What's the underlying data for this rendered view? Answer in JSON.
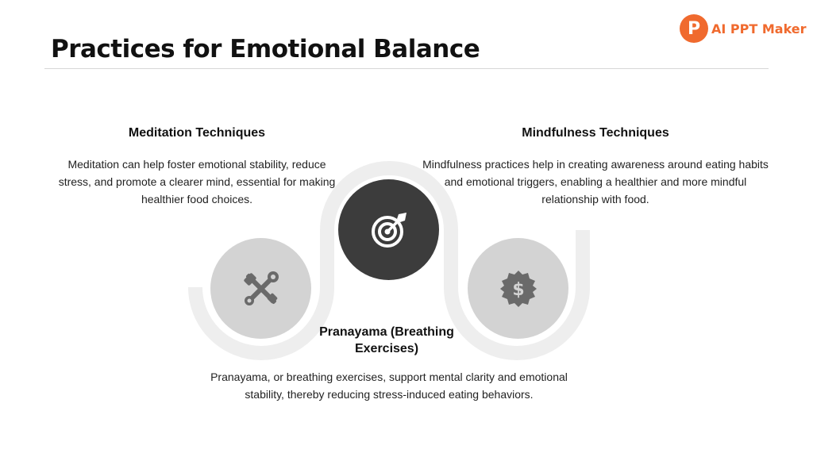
{
  "title": "Practices for Emotional Balance",
  "logo": {
    "badge_letter": "P",
    "text": "AI PPT Maker",
    "color": "#f06a2e"
  },
  "items": [
    {
      "heading": "Meditation Techniques",
      "description": "Meditation can help foster emotional stability, reduce stress, and promote a clearer mind, essential for making healthier food choices.",
      "icon": "tools-icon"
    },
    {
      "heading": "Mindfulness Techniques",
      "description": "Mindfulness practices help in creating awareness around eating habits and emotional triggers, enabling a healthier and more mindful relationship with food.",
      "icon": "target-icon"
    },
    {
      "heading": "Pranayama (Breathing Exercises)",
      "description": "Pranayama, or breathing exercises, support mental clarity and emotional stability, thereby reducing stress-induced eating behaviors.",
      "icon": "dollar-badge-icon"
    }
  ],
  "colors": {
    "dark_circle": "#3c3c3c",
    "light_circle": "#d3d3d3",
    "track": "#eeeeee"
  }
}
